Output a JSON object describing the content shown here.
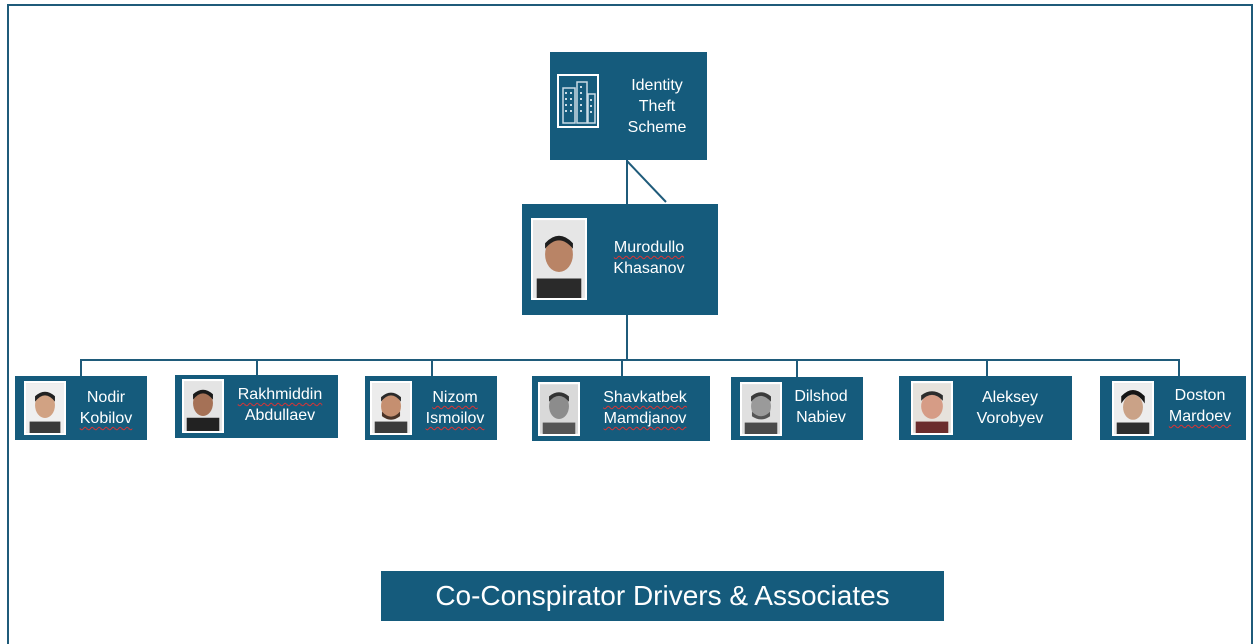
{
  "root": {
    "title_lines": [
      "Identity",
      "Theft",
      "Scheme"
    ],
    "icon": "buildings-icon"
  },
  "leader": {
    "first": "Murodullo",
    "last": "Khasanov"
  },
  "associates": [
    {
      "first": "Nodir",
      "last": "Kobilov"
    },
    {
      "first": "Rakhmiddin",
      "last": "Abdullaev"
    },
    {
      "first": "Nizom",
      "last": "Ismoilov"
    },
    {
      "first": "Shavkatbek",
      "last": "Mamdjanov"
    },
    {
      "first": "Dilshod",
      "last": "Nabiev"
    },
    {
      "first": "Aleksey",
      "last": "Vorobyev"
    },
    {
      "first": "Doston",
      "last": "Mardoev"
    }
  ],
  "banner": "Co-Conspirator Drivers & Associates",
  "colors": {
    "node": "#155b7c",
    "line": "#1f5b7a"
  }
}
